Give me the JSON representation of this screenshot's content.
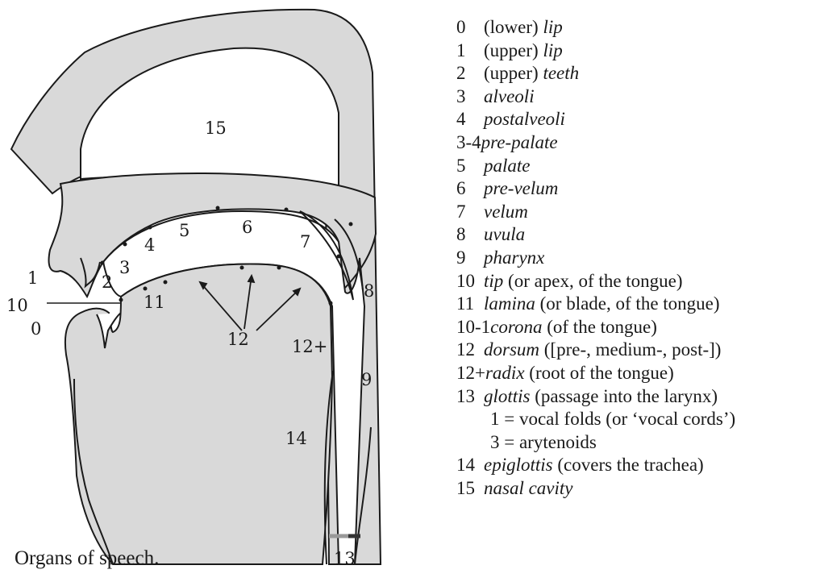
{
  "caption": "Organs of speech.",
  "labels": {
    "l0": "0",
    "l1": "1",
    "l2": "2",
    "l3": "3",
    "l4": "4",
    "l5": "5",
    "l6": "6",
    "l7": "7",
    "l8": "8",
    "l9": "9",
    "l10": "10",
    "l11": "11",
    "l12": "12",
    "l12p": "12+",
    "l13": "13",
    "l14": "14",
    "l15": "15"
  },
  "legend": [
    {
      "num": "0",
      "pre": "(lower) ",
      "term": "lip",
      "post": ""
    },
    {
      "num": "1",
      "pre": "(upper) ",
      "term": "lip",
      "post": ""
    },
    {
      "num": "2",
      "pre": "(upper) ",
      "term": "teeth",
      "post": ""
    },
    {
      "num": "3",
      "pre": "",
      "term": "alveoli",
      "post": ""
    },
    {
      "num": "4",
      "pre": "",
      "term": "postalveoli",
      "post": ""
    },
    {
      "num": "3-4",
      "pre": "",
      "term": "pre-palate",
      "post": ""
    },
    {
      "num": "5",
      "pre": "",
      "term": "palate",
      "post": ""
    },
    {
      "num": "6",
      "pre": "",
      "term": "pre-velum",
      "post": ""
    },
    {
      "num": "7",
      "pre": "",
      "term": "velum",
      "post": ""
    },
    {
      "num": "8",
      "pre": "",
      "term": "uvula",
      "post": ""
    },
    {
      "num": "9",
      "pre": "",
      "term": "pharynx",
      "post": ""
    },
    {
      "num": "10",
      "pre": "",
      "term": "tip",
      "post": " (or apex, of the tongue)"
    },
    {
      "num": "11",
      "pre": "",
      "term": "lamina",
      "post": " (or blade, of the tongue)"
    },
    {
      "num": "10-1",
      "pre": "",
      "term": "corona",
      "post": " (of the tongue)"
    },
    {
      "num": "12",
      "pre": "",
      "term": "dorsum",
      "post": " ([pre-, medium-, post-])"
    },
    {
      "num": "12+",
      "pre": "",
      "term": "radix",
      "post": " (root of the tongue)"
    },
    {
      "num": "13",
      "pre": "",
      "term": "glottis",
      "post": " (passage into the larynx)"
    },
    {
      "num": "",
      "pre": "",
      "term": "",
      "post": "1 = vocal folds (or ‘vocal cords’)"
    },
    {
      "num": "",
      "pre": "",
      "term": "",
      "post": "3 = arytenoids"
    },
    {
      "num": "14",
      "pre": "",
      "term": "epiglottis",
      "post": " (covers the trachea)"
    },
    {
      "num": "15",
      "pre": "",
      "term": "nasal cavity",
      "post": ""
    }
  ]
}
